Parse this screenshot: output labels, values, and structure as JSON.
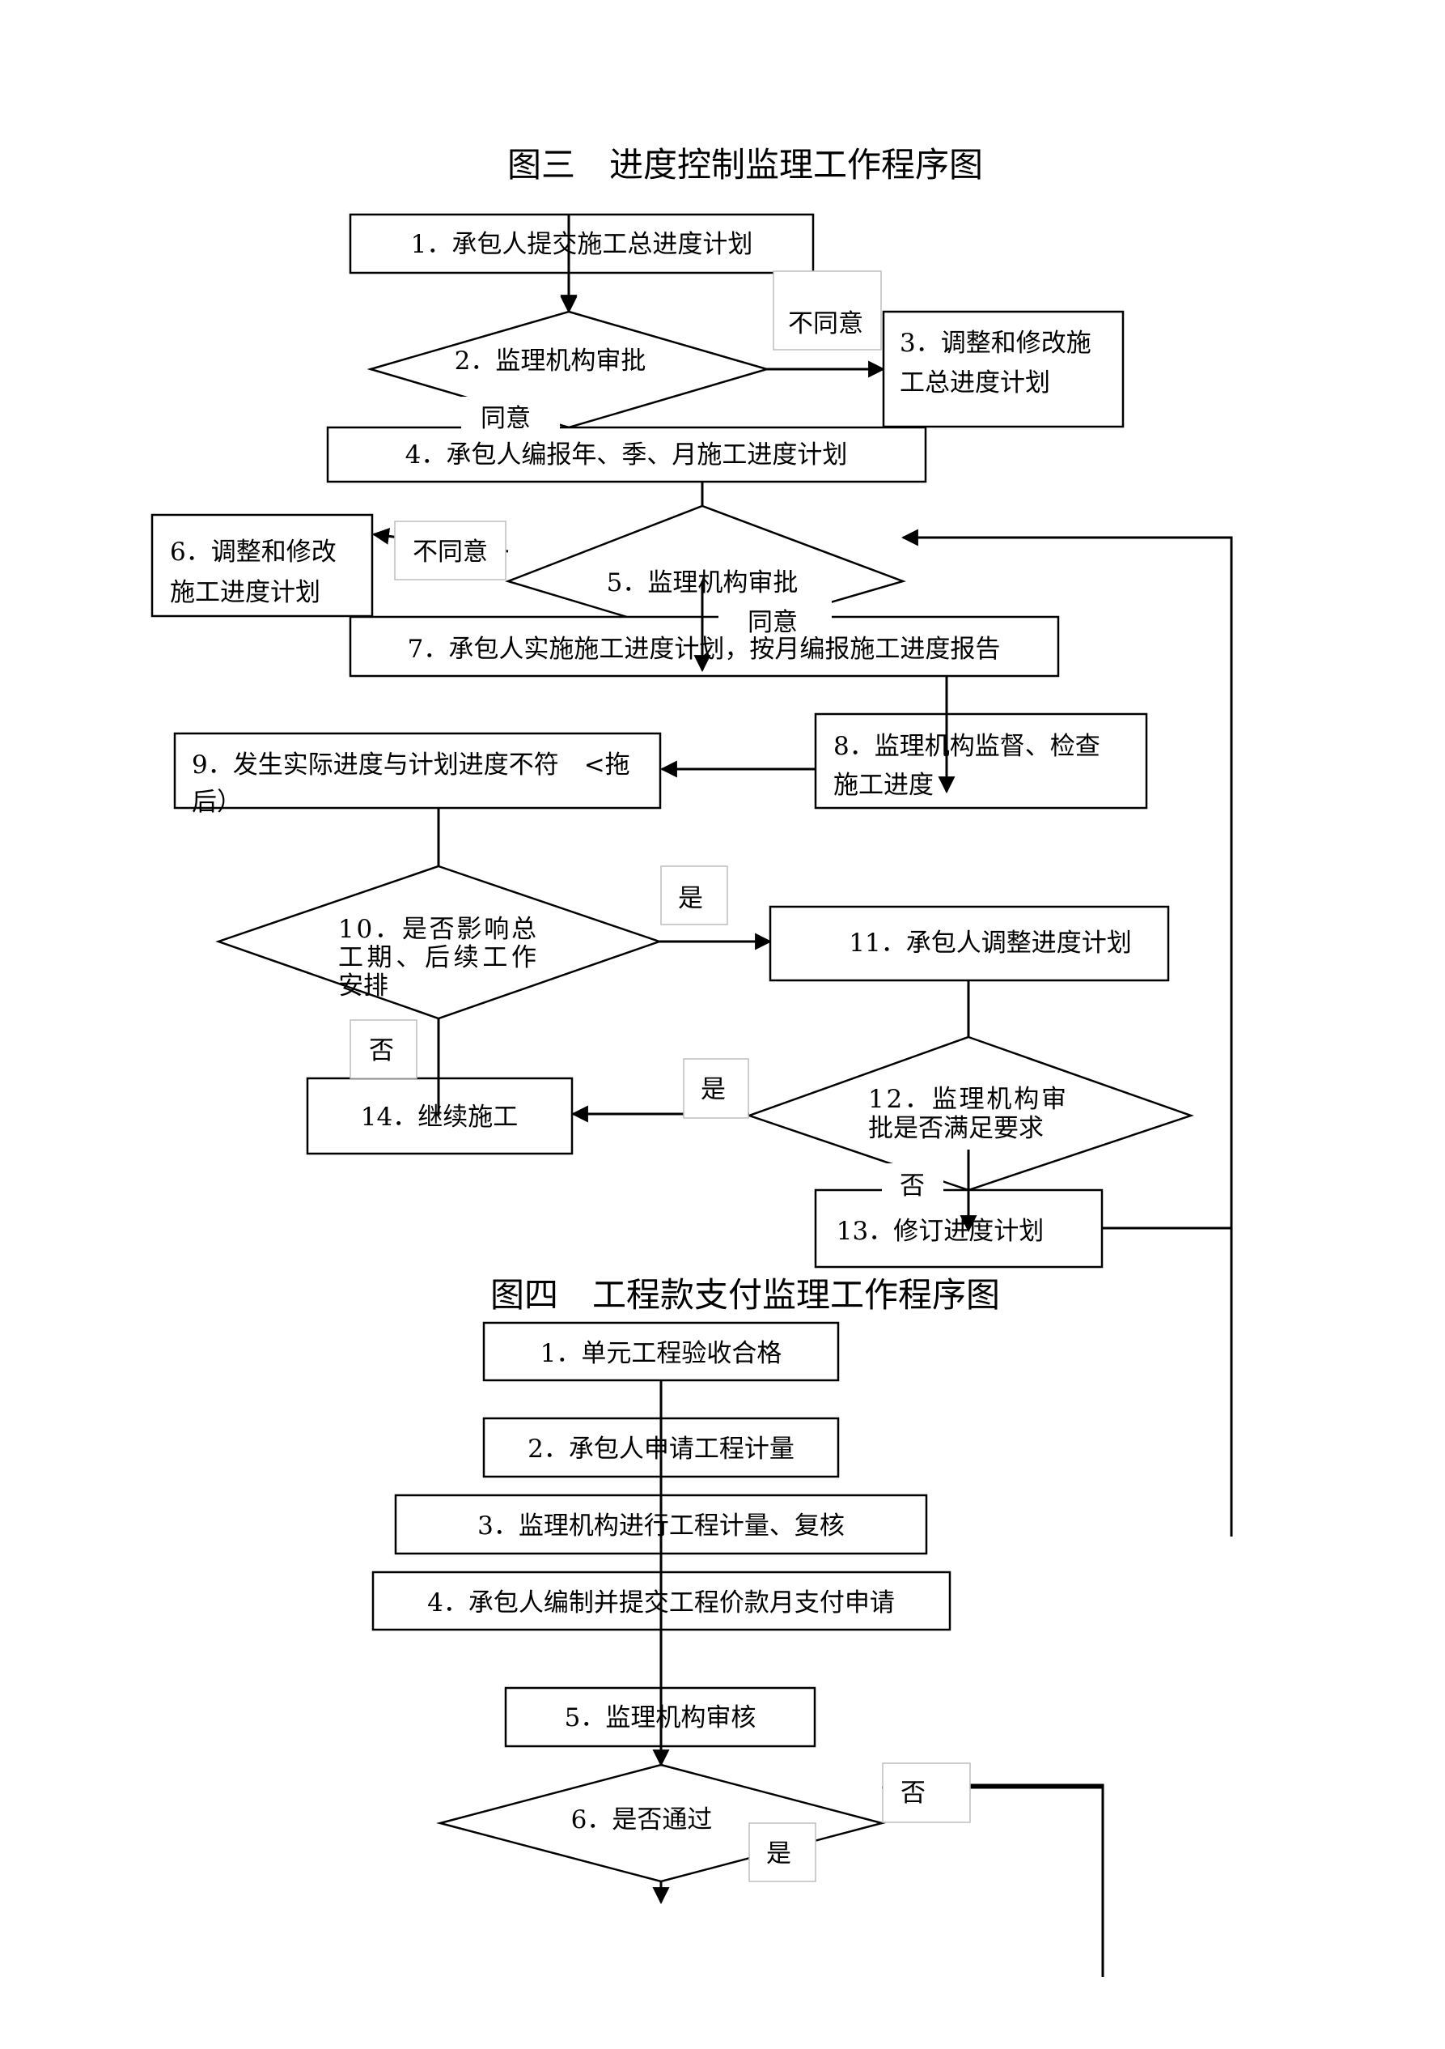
{
  "figure3": {
    "title": "图三　进度控制监理工作程序图",
    "nodes": {
      "n1": "1．承包人提交施工总进度计划",
      "n2": "2．监理机构审批",
      "n3_a": "3．调整和修改施",
      "n3_b": "工总进度计划",
      "n4": "4．承包人编报年、季、月施工进度计划",
      "n5": "5．监理机构审批",
      "n6_a": "6．调整和修改",
      "n6_b": "施工进度计划",
      "n7": "7．承包人实施施工进度计划，按月编报施工进度报告",
      "n8_a": "8．监理机构监督、检查",
      "n8_b": "施工进度",
      "n9_a": "9．发生实际进度与计划进度不符　<拖",
      "n9_b": "后）",
      "n10_a": "10．是否影响总",
      "n10_b": "工期、后续工作",
      "n10_c": "安排",
      "n11": "11．承包人调整进度计划",
      "n12_a": "12．监理机构审",
      "n12_b": "批是否满足要求",
      "n13": "13．修订进度计划",
      "n14": "14．继续施工"
    },
    "labels": {
      "disagree_1": "不同意",
      "agree_1": "同意",
      "disagree_2": "不同意",
      "agree_2": "同意",
      "yes_1": "是",
      "no_1": "否",
      "yes_2": "是",
      "no_2": "否"
    }
  },
  "figure4": {
    "title": "图四　工程款支付监理工作程序图",
    "nodes": {
      "n1": "1．单元工程验收合格",
      "n2": "2．承包人申请工程计量",
      "n3": "3．监理机构进行工程计量、复核",
      "n4": "4．承包人编制并提交工程价款月支付申请",
      "n5": "5．监理机构审核",
      "n6": "6．是否通过"
    },
    "labels": {
      "no": "否",
      "yes": "是"
    }
  }
}
